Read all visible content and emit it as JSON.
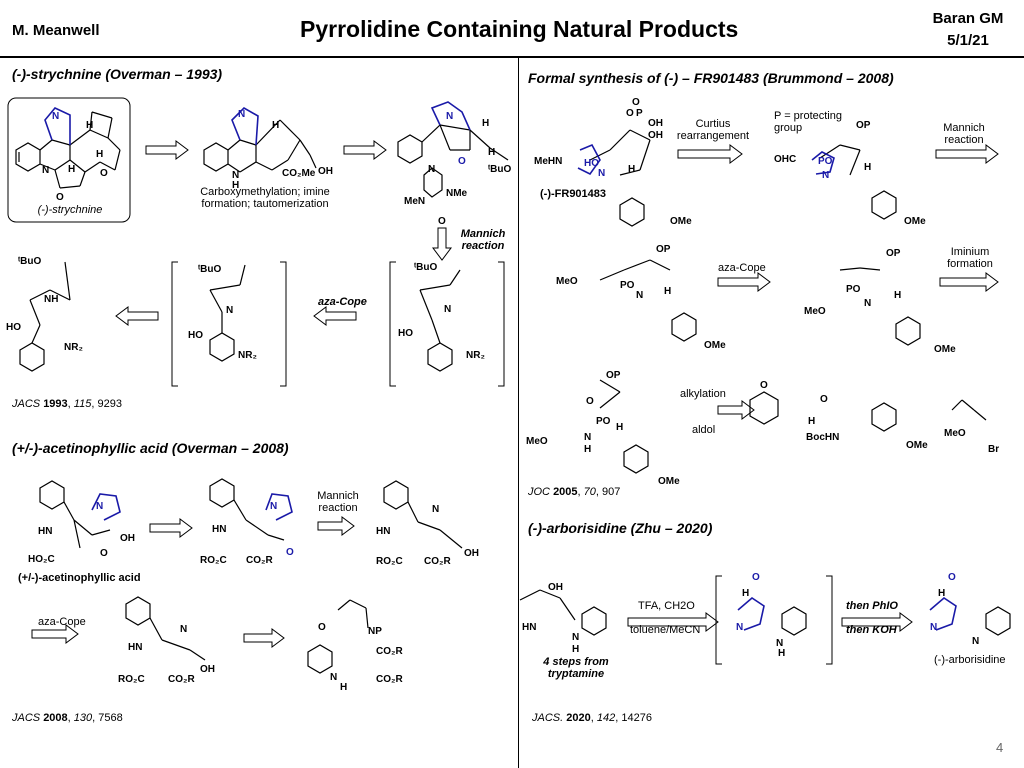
{
  "header": {
    "author": "M. Meanwell",
    "title": "Pyrrolidine Containing Natural Products",
    "group": "Baran GM",
    "date": "5/1/21"
  },
  "page_number": "4",
  "strychnine": {
    "title": "(-)-strychnine (Overman – 1993)",
    "target_label": "(-)-strychnine",
    "step1": "Carboxymethylation; imine formation; tautomerization",
    "mannich": "Mannich reaction",
    "aza_cope": "aza-Cope",
    "ref_journal": "JACS",
    "ref_year": "1993",
    "ref_vol": "115",
    "ref_page": "9293",
    "atoms": {
      "N": "N",
      "H": "H",
      "O": "O",
      "CO2Me": "CO2Me",
      "OH": "OH",
      "tBuO": "tBuO",
      "NMe": "NMe",
      "MeN": "MeN",
      "NH": "NH",
      "HO": "HO",
      "NR2": "NR2"
    }
  },
  "acetinophyllic": {
    "title": "(+/-)-acetinophyllic acid (Overman – 2008)",
    "target_label": "(+/-)-acetinophyllic acid",
    "mannich": "Mannich reaction",
    "aza_cope": "aza-Cope",
    "ref_journal": "JACS",
    "ref_year": "2008",
    "ref_vol": "130",
    "ref_page": "7568",
    "atoms": {
      "HN": "HN",
      "OH": "OH",
      "HO2C": "HO2C",
      "RO2C": "RO2C",
      "CO2R": "CO2R",
      "O": "O",
      "NP": "NP",
      "H": "H",
      "N": "N"
    }
  },
  "fr901483": {
    "title": "Formal synthesis of (-) – FR901483 (Brummond – 2008)",
    "target_label": "(-)-FR901483",
    "curtius": "Curtius rearrangement",
    "protecting": "P = protecting group",
    "mannich": "Mannich reaction",
    "aza_cope": "aza-Cope",
    "iminium": "Iminium formation",
    "alkylation": "alkylation",
    "aldol": "aldol",
    "ref_journal": "JOC",
    "ref_year": "2005",
    "ref_vol": "70",
    "ref_page": "907",
    "atoms": {
      "MeHN": "MeHN",
      "HO": "HO",
      "N": "N",
      "H": "H",
      "OMe": "OMe",
      "OP": "OP",
      "OHC": "OHC",
      "PO": "PO",
      "MeO": "MeO",
      "O": "O",
      "OH": "OH",
      "P": "P",
      "BocHN": "BocHN",
      "Br": "Br"
    }
  },
  "arborisidine": {
    "title": "(-)-arborisidine (Zhu – 2020)",
    "target_label": "(-)-arborisidine",
    "reagents1": "TFA, CH2O",
    "solvent": "toluene/MeCN",
    "then1": "then PhIO",
    "then2": "then KOH",
    "steps_note": "4 steps from tryptamine",
    "ref_journal": "JACS.",
    "ref_year": "2020",
    "ref_vol": "142",
    "ref_page": "14276",
    "atoms": {
      "OH": "OH",
      "HN": "HN",
      "H": "H",
      "N": "N",
      "O": "O"
    }
  },
  "colors": {
    "highlight": "#1a1aa8",
    "text": "#000000",
    "rule": "#000000"
  }
}
